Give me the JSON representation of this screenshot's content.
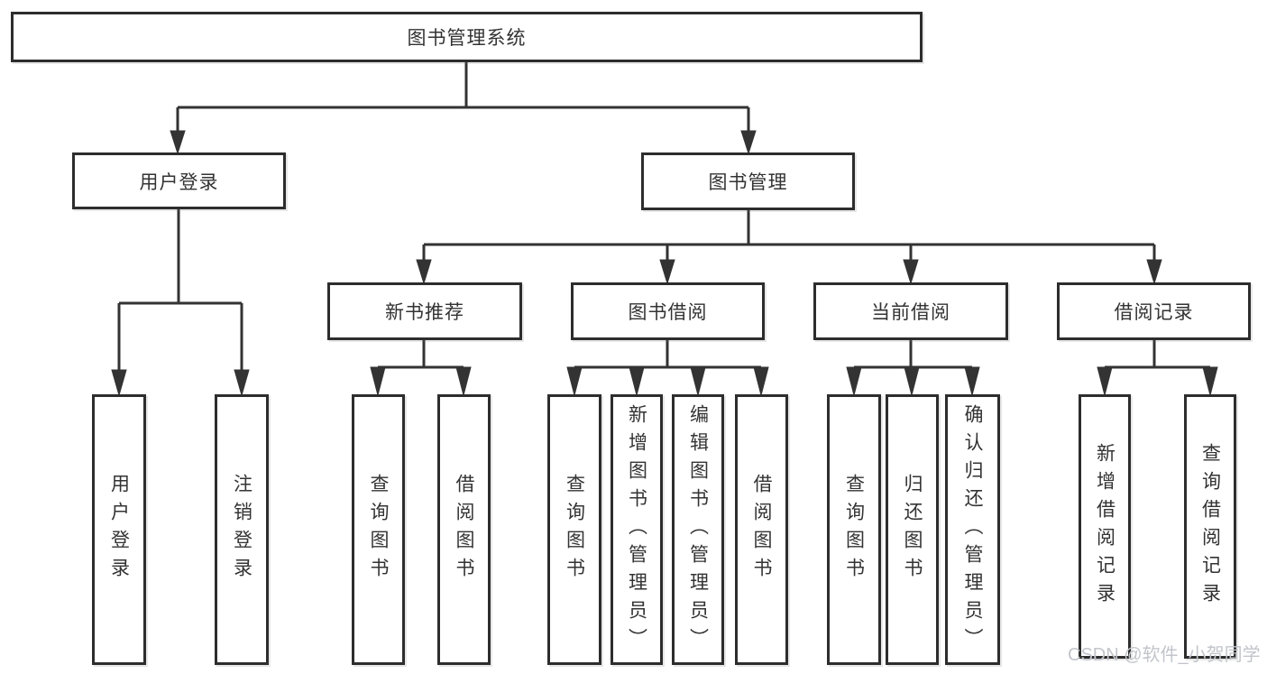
{
  "diagram": {
    "root": {
      "label": "图书管理系统"
    },
    "login_branch": {
      "label": "用户登录",
      "children": [
        {
          "label": "用户登录"
        },
        {
          "label": "注销登录"
        }
      ]
    },
    "mgmt_branch": {
      "label": "图书管理",
      "groups": [
        {
          "label": "新书推荐",
          "children": [
            {
              "label": "查询图书"
            },
            {
              "label": "借阅图书"
            }
          ]
        },
        {
          "label": "图书借阅",
          "children": [
            {
              "label": "查询图书"
            },
            {
              "label": "新增图书（管理员）"
            },
            {
              "label": "编辑图书（管理员）"
            },
            {
              "label": "借阅图书"
            }
          ]
        },
        {
          "label": "当前借阅",
          "children": [
            {
              "label": "查询图书"
            },
            {
              "label": "归还图书"
            },
            {
              "label": "确认归还（管理员）"
            }
          ]
        },
        {
          "label": "借阅记录",
          "children": [
            {
              "label": "新增借阅记录"
            },
            {
              "label": "查询借阅记录"
            }
          ]
        }
      ]
    }
  },
  "watermark": {
    "text": "CSDN @软件_小贺同学"
  },
  "colors": {
    "line": "#333333",
    "box_border": "#2d2d2d",
    "text": "#333333",
    "watermark": "#c2c5cb",
    "background": "#ffffff"
  }
}
